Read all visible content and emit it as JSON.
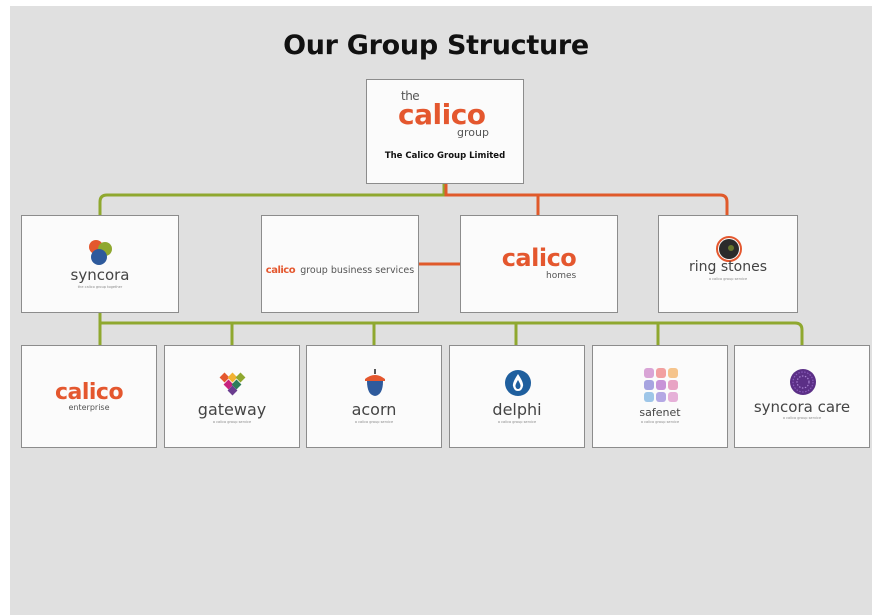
{
  "title": "Our Group Structure",
  "colors": {
    "orange": "#e4572e",
    "green": "#8fa82f",
    "connector_orange": "#e05a2b"
  },
  "parent": {
    "logo_the": "the",
    "logo_main": "calico",
    "logo_group": "group",
    "name": "The Calico Group Limited"
  },
  "level2": {
    "syncora": {
      "name": "syncora",
      "tagline": "the calico group together"
    },
    "business_services": {
      "brand": "calico",
      "rest": "group business services"
    },
    "homes": {
      "brand": "calico",
      "sub": "homes"
    },
    "ring_stones": {
      "name": "ring stones",
      "tagline": "a calico group service"
    }
  },
  "level3": {
    "enterprise": {
      "brand": "calico",
      "sub": "enterprise"
    },
    "gateway": {
      "name": "gateway",
      "tagline": "a calico group service"
    },
    "acorn": {
      "name": "acorn",
      "tagline": "a calico group service"
    },
    "delphi": {
      "name": "delphi",
      "tagline": "a calico group service"
    },
    "safenet": {
      "name": "safenet",
      "tagline": "a calico group service"
    },
    "syncora_care": {
      "name": "syncora care",
      "tagline": "a calico group service"
    }
  },
  "icons": [
    "syncora-logo-icon",
    "ring-stones-logo-icon",
    "gateway-heart-icon",
    "acorn-icon",
    "delphi-drop-icon",
    "safenet-grid-icon",
    "syncora-care-dots-icon"
  ]
}
